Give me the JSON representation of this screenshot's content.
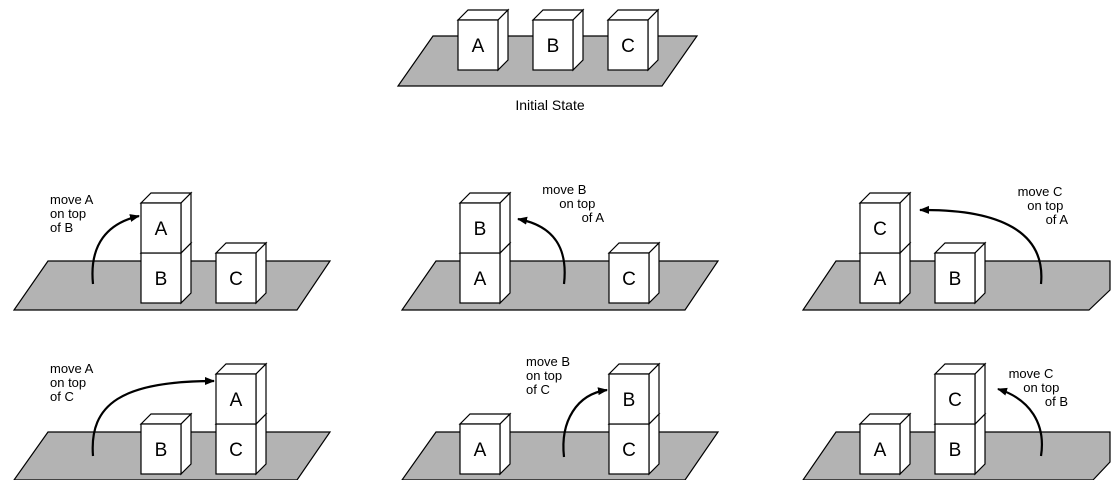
{
  "colors": {
    "table": "#b3b3b3",
    "cube": "#ffffff",
    "stroke": "#000000"
  },
  "initial_state": {
    "caption": "Initial State",
    "blocks": [
      "A",
      "B",
      "C"
    ]
  },
  "moves": [
    {
      "note": [
        "move A",
        "on top",
        "of B"
      ],
      "lower_blocks": [
        "B",
        "C"
      ],
      "top_block": "A"
    },
    {
      "note": [
        "move B",
        "on top",
        "of A"
      ],
      "lower_blocks": [
        "A",
        "C"
      ],
      "top_block": "B"
    },
    {
      "note": [
        "move C",
        "on top",
        "of A"
      ],
      "lower_blocks": [
        "A",
        "B"
      ],
      "top_block": "C"
    },
    {
      "note": [
        "move A",
        "on top",
        "of C"
      ],
      "lower_blocks": [
        "B",
        "C"
      ],
      "top_block": "A"
    },
    {
      "note": [
        "move B",
        "on top",
        "of C"
      ],
      "lower_blocks": [
        "A",
        "C"
      ],
      "top_block": "B"
    },
    {
      "note": [
        "move C",
        "on top",
        "of B"
      ],
      "lower_blocks": [
        "A",
        "B"
      ],
      "top_block": "C"
    }
  ]
}
